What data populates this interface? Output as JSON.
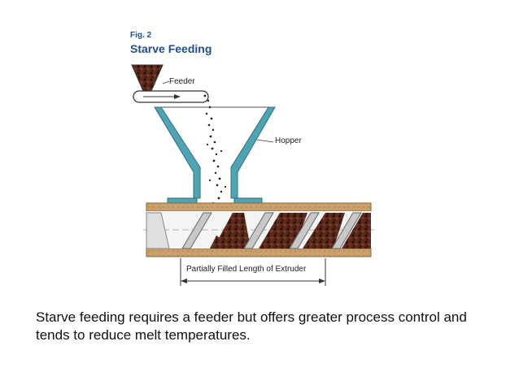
{
  "figure": {
    "label": "Fig. 2",
    "title": "Starve Feeding",
    "labels": {
      "feeder": "Feeder",
      "hopper": "Hopper",
      "length": "Partially Filled Length of Extruder"
    }
  },
  "caption": "Starve feeding requires a feeder but offers greater process control and tends to reduce melt temperatures.",
  "colors": {
    "title_blue": "#1f4e8c",
    "hopper_teal": "#4fa3b3",
    "barrel_tan": "#c9a06a",
    "pellet_brown": "#4a1f14",
    "screw_gray": "#b8b8b8"
  }
}
